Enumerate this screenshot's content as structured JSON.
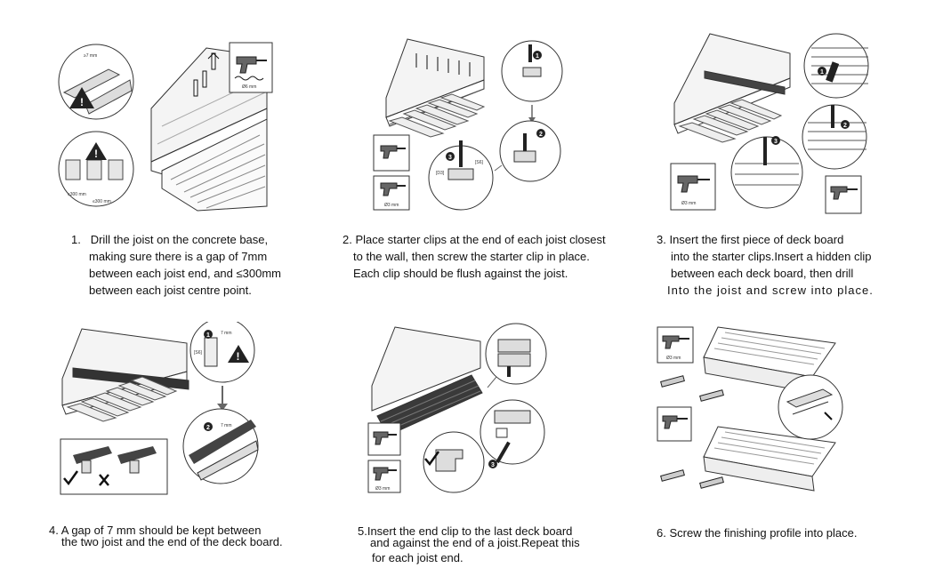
{
  "steps": [
    {
      "number": "1.",
      "lines": [
        "Drill the joist on the concrete base,",
        "making sure there is a gap of 7mm",
        "between each joist end,  and ≤300mm",
        "between each joist centre point."
      ],
      "labels": {
        "gap": "≥7 mm",
        "spacing1": "≤300 mm",
        "spacing2": "≤300 mm",
        "drill_bit": "Ø6 mm"
      }
    },
    {
      "number": "2.",
      "lines": [
        "Place starter clips at the end of each joist closest",
        "to the wall, then screw the starter clip in place.",
        "Each clip should be flush against the joist."
      ],
      "labels": {
        "step_a": "1",
        "step_b": "2",
        "step_c": "3",
        "dim_a": "[S6]",
        "dim_b": "[D3]",
        "drill_bit": "Ø3 mm"
      }
    },
    {
      "number": "3.",
      "lines": [
        "Insert the first piece of deck board",
        "into the starter clips.Insert a hidden clip",
        "between each deck board, then drill",
        "Into the joist and screw into place."
      ],
      "labels": {
        "step_a": "1",
        "step_b": "2",
        "step_c": "3",
        "drill_bit": "Ø3 mm"
      }
    },
    {
      "number": "4.",
      "lines": [
        "A gap of 7 mm should be kept between",
        "the two joist and the end of the deck board."
      ],
      "labels": {
        "step_a": "1",
        "step_b": "2",
        "gap": "7 mm",
        "dim": "[S6]",
        "gap2": "7 mm"
      }
    },
    {
      "number": "5.",
      "lines": [
        "Insert the end clip to the last deck board",
        "and against the end of a joist.Repeat this",
        "for each joist end."
      ],
      "labels": {
        "step_c": "3",
        "drill_bit": "Ø3 mm"
      }
    },
    {
      "number": "6.",
      "lines": [
        "Screw the finishing profile into place."
      ],
      "labels": {
        "drill_bit": "Ø3 mm"
      }
    }
  ],
  "colors": {
    "line": "#333333",
    "deck_dark": "#3a3a3a",
    "warning_fill": "#222222",
    "circle_fill": "#ffffff"
  },
  "icons": [
    "warning-icon",
    "drill-icon",
    "screw-icon",
    "check-icon",
    "cross-icon"
  ]
}
